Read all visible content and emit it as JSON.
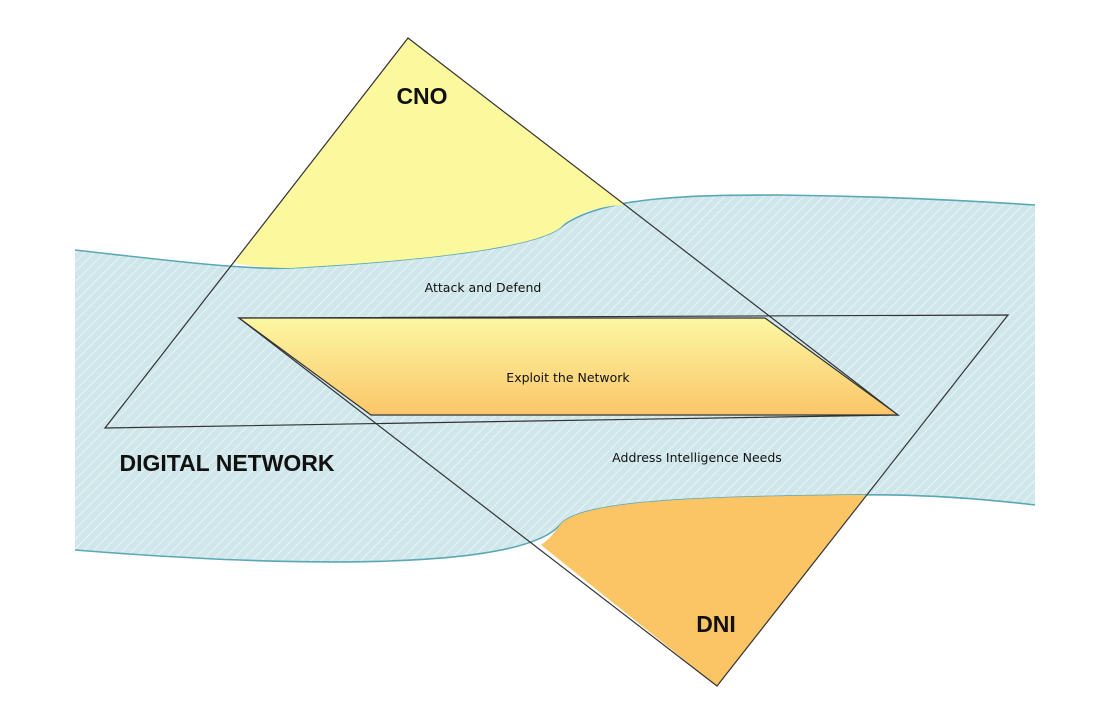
{
  "labels": {
    "cno": "CNO",
    "digital_network": "DIGITAL NETWORK",
    "attack_defend": "Attack and Defend",
    "exploit": "Exploit the Network",
    "address_needs": "Address Intelligence Needs",
    "dni": "DNI"
  },
  "colors": {
    "band_fill": "#cfe6eb",
    "band_stripe": "#ffffff",
    "band_edge": "#5aa8b4",
    "cno_yellow": "#fbf89e",
    "center_top": "#fdf7a2",
    "center_bottom": "#fbc66a",
    "dni_orange": "#fbc565",
    "outline": "#333333"
  }
}
